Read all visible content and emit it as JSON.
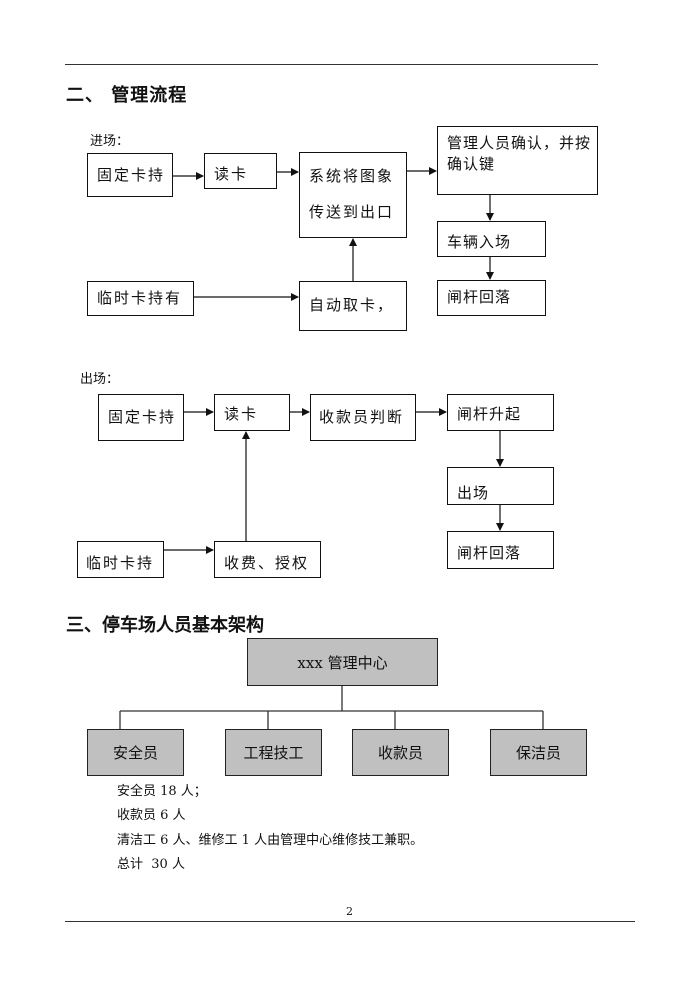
{
  "section2": {
    "title": "二、 管理流程",
    "entry": {
      "label": "进场：",
      "boxes": {
        "fixed_card": "固定卡持",
        "read_card": "读卡",
        "system_line1": "系统将图象",
        "system_line2": "传送到出口",
        "confirm_line1": "管理人员确认，并按",
        "confirm_line2": "确认键",
        "vehicle_in": "车辆入场",
        "gate_down": "闸杆回落",
        "temp_card": "临时卡持有",
        "auto_card": "自动取卡，"
      }
    },
    "exit": {
      "label": "出场：",
      "boxes": {
        "fixed_card": "固定卡持",
        "read_card": "读卡",
        "cashier_judge": "收款员判断",
        "gate_up": "闸杆升起",
        "exit": "出场",
        "gate_down": "闸杆回落",
        "temp_card": "临时卡持",
        "charge_auth": "收费、授权"
      }
    }
  },
  "section3": {
    "title": "三、停车场人员基本架构",
    "org": {
      "root": "xxx 管理中心",
      "children": [
        "安全员",
        "工程技工",
        "收款员",
        "保洁员"
      ]
    },
    "notes": [
      "安全员 18 人；",
      "收款员 6 人",
      "清洁工 6 人、维修工 1 人由管理中心维修技工兼职。",
      "总计  30 人"
    ]
  },
  "footer": {
    "page_number": "2"
  },
  "colors": {
    "org_box_fill": "#c0c0c0",
    "line": "#111111"
  }
}
